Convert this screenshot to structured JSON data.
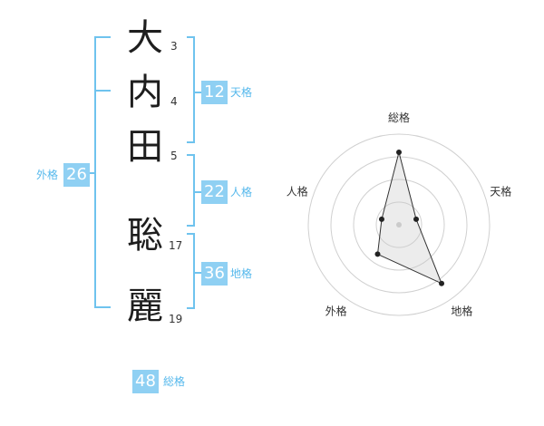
{
  "colors": {
    "accent": "#8fd0f3",
    "label_text": "#55b8ec",
    "bracket": "#6fc3ee"
  },
  "name": {
    "characters": [
      {
        "char": "大",
        "strokes": "3"
      },
      {
        "char": "内",
        "strokes": "4"
      },
      {
        "char": "田",
        "strokes": "5"
      },
      {
        "char": "聡",
        "strokes": "17"
      },
      {
        "char": "麗",
        "strokes": "19"
      }
    ]
  },
  "fortune": {
    "tenkaku": {
      "value": "12",
      "label": "天格"
    },
    "jinkaku": {
      "value": "22",
      "label": "人格"
    },
    "chikaku": {
      "value": "36",
      "label": "地格"
    },
    "gaikaku": {
      "value": "26",
      "label": "外格"
    },
    "soukaku": {
      "value": "48",
      "label": "総格"
    }
  },
  "chart_data": {
    "type": "radar",
    "axes": [
      "総格",
      "天格",
      "地格",
      "外格",
      "人格"
    ],
    "range": [
      0,
      5
    ],
    "rings": 4,
    "values": [
      4,
      1,
      4,
      2,
      1
    ]
  }
}
